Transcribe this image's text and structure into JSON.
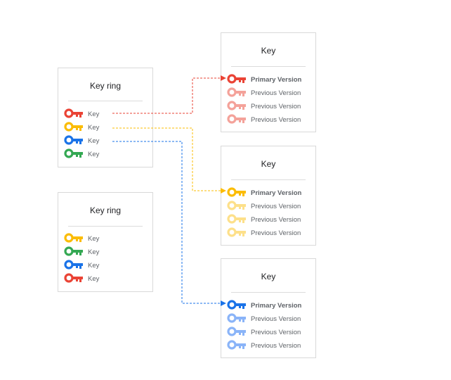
{
  "colors": {
    "red": "#ea4335",
    "yellow": "#fbbc04",
    "blue": "#1a73e8",
    "green": "#34a853",
    "red_light": "#f4a29a",
    "yellow_light": "#fde08a",
    "blue_light": "#8ab4f8",
    "border": "#d9d9d9",
    "text": "#5f6368"
  },
  "key_rings": [
    {
      "title": "Key ring",
      "keys": [
        {
          "label": "Key",
          "color": "red"
        },
        {
          "label": "Key",
          "color": "yellow"
        },
        {
          "label": "Key",
          "color": "blue"
        },
        {
          "label": "Key",
          "color": "green"
        }
      ]
    },
    {
      "title": "Key ring",
      "keys": [
        {
          "label": "Key",
          "color": "yellow"
        },
        {
          "label": "Key",
          "color": "green"
        },
        {
          "label": "Key",
          "color": "blue"
        },
        {
          "label": "Key",
          "color": "red"
        }
      ]
    }
  ],
  "keys": [
    {
      "title": "Key",
      "color": "red",
      "versions": [
        {
          "label": "Primary Version",
          "primary": true
        },
        {
          "label": "Previous Version",
          "primary": false
        },
        {
          "label": "Previous Version",
          "primary": false
        },
        {
          "label": "Previous Version",
          "primary": false
        }
      ]
    },
    {
      "title": "Key",
      "color": "yellow",
      "versions": [
        {
          "label": "Primary Version",
          "primary": true
        },
        {
          "label": "Previous Version",
          "primary": false
        },
        {
          "label": "Previous Version",
          "primary": false
        },
        {
          "label": "Previous Version",
          "primary": false
        }
      ]
    },
    {
      "title": "Key",
      "color": "blue",
      "versions": [
        {
          "label": "Primary Version",
          "primary": true
        },
        {
          "label": "Previous Version",
          "primary": false
        },
        {
          "label": "Previous Version",
          "primary": false
        },
        {
          "label": "Previous Version",
          "primary": false
        }
      ]
    }
  ]
}
